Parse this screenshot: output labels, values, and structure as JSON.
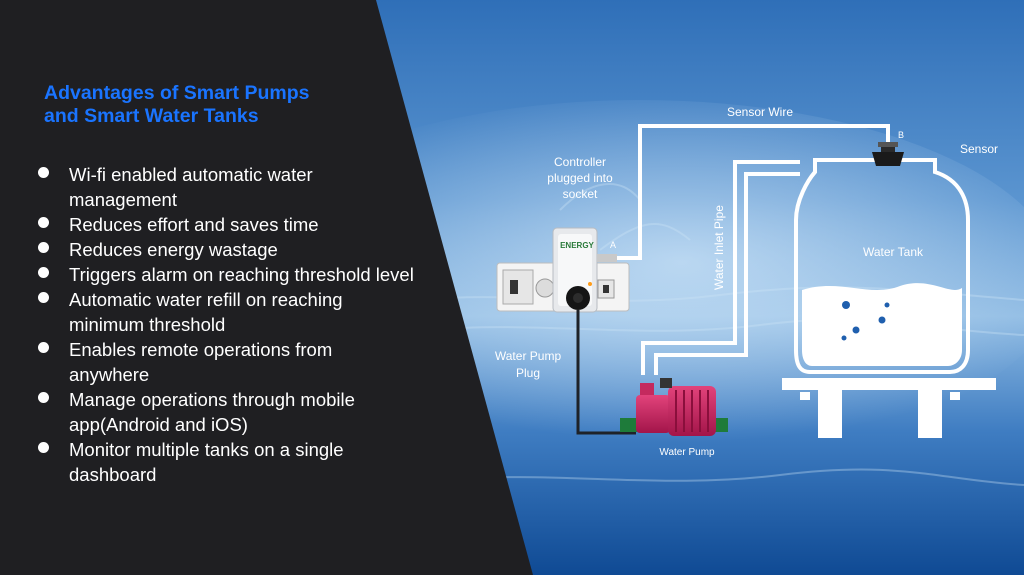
{
  "panel": {
    "title_lines": [
      "Advantages of Smart Pumps",
      "and Smart Water Tanks"
    ],
    "items": [
      "Wi-fi enabled automatic water management",
      "Reduces effort and saves time",
      "Reduces energy wastage",
      "Triggers alarm on reaching threshold level",
      "Automatic water refill on reaching minimum threshold",
      "Enables remote operations from anywhere",
      "Manage operations through mobile app(Android and iOS)",
      "Monitor multiple tanks on a single dashboard"
    ]
  },
  "diagram": {
    "sensor_wire": "Sensor Wire",
    "point_b": "B",
    "point_a": "A",
    "sensor": "Sensor",
    "controller_lines": [
      "Controller",
      "plugged into",
      "socket"
    ],
    "water_inlet_pipe": "Water Inlet Pipe",
    "water_tank": "Water Tank",
    "water_pump_plug_lines": [
      "Water Pump",
      "Plug"
    ],
    "water_pump": "Water Pump",
    "device_brand": "ENERGY"
  },
  "colors": {
    "panel_bg": "#1f1f22",
    "title": "#1a74ff",
    "water_light": "#6ea8dc",
    "water_dark": "#0d4f9c"
  }
}
